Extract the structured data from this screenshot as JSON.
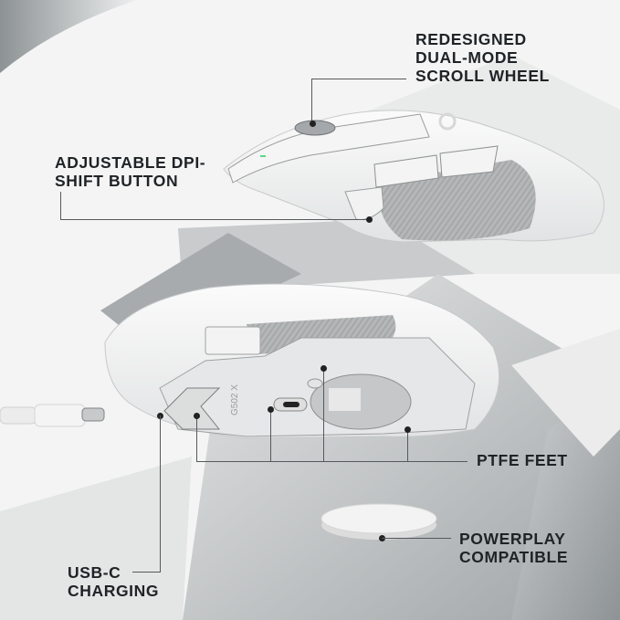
{
  "infographic": {
    "subject": "White wireless gaming mouse — top and underside views",
    "model_marking": "G502 X",
    "callouts": [
      {
        "id": "scroll-wheel",
        "label": "REDESIGNED\nDUAL-MODE\nSCROLL WHEEL"
      },
      {
        "id": "dpi-shift",
        "label": "ADJUSTABLE DPI-\nSHIFT BUTTON"
      },
      {
        "id": "ptfe-feet",
        "label": "PTFE FEET"
      },
      {
        "id": "powerplay",
        "label": "POWERPLAY\nCOMPATIBLE"
      },
      {
        "id": "usb-c",
        "label": "USB-C\nCHARGING"
      }
    ]
  },
  "colors": {
    "background": "#f4f4f4",
    "gray_panel_dark": "#8f9496",
    "gray_panel_light": "#c9cccd",
    "mouse_white": "#f7f7f7",
    "mouse_shadow": "#d9dadb",
    "grip_gray": "#b7b9ba",
    "text": "#1f2326",
    "callout_line": "#55595c"
  }
}
